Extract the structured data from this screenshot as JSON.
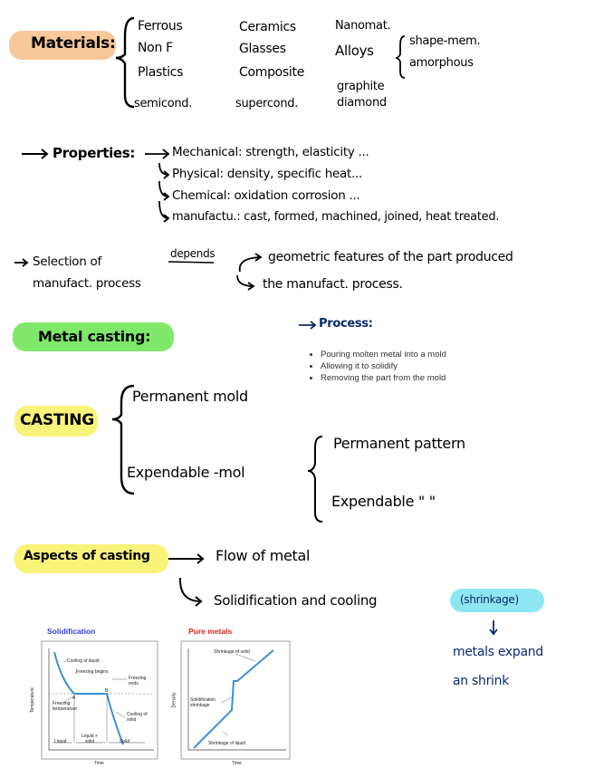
{
  "materials": {
    "label": "Materials:",
    "col1": [
      "Ferrous",
      "Non F",
      "Plastics",
      "semicond."
    ],
    "col2": [
      "Ceramics",
      "Glasses",
      "Composite",
      "supercond."
    ],
    "col3": [
      "Nanomat.",
      "Alloys",
      "graphite",
      "diamond"
    ],
    "alloys_types": [
      "shape-mem.",
      "amorphous"
    ]
  },
  "properties": {
    "label": "Properties:",
    "items": [
      "Mechanical: strength, elasticity ...",
      "Physical: density, specific heat...",
      "Chemical: oxidation corrosion ...",
      "manufactu.: cast, formed, machined, joined, heat treated."
    ]
  },
  "selection": {
    "line1": "Selection of",
    "line2": "manufact. process",
    "depends": "depends",
    "targets": [
      "geometric features of the part produced",
      "the manufact. process."
    ]
  },
  "casting": {
    "metal_label": "Metal casting:",
    "process_label": "Process:",
    "process_steps": [
      "Pouring molten metal into a mold",
      "Allowing it to solidify",
      "Removing the part from the mold"
    ],
    "casting_label": "CASTING",
    "permanent_mold": "Permanent mold",
    "expendable_mold": "Expendable -mol",
    "pattern_types": [
      "Permanent pattern",
      "Expendable \" \""
    ]
  },
  "aspects": {
    "label": "Aspects of casting",
    "flow": "Flow of metal",
    "solidification": "Solidification and cooling",
    "shrinkage": "(shrinkage)",
    "note_line1": "metals expand",
    "note_line2": "an shrink"
  },
  "figures": {
    "solid_title": "Solidification",
    "solid_labels": {
      "cooling_liquid": "Cooling of liquid",
      "freezing_begins": "Freezing begins",
      "freezing_ends": "Freezing ends",
      "freezing_temp": "Freezing temperature",
      "cooling_solid": "Cooling of solid",
      "point_a": "A",
      "point_b": "B",
      "liquid": "Liquid",
      "liquid_solid": "Liquid + solid",
      "solid": "Solid",
      "x_axis": "Time",
      "y_axis": "Temperature"
    },
    "pure_title": "Pure metals",
    "pure_labels": {
      "shrinkage_solid": "Shrinkage of solid",
      "solidification_shrinkage": "Solidification shrinkage",
      "shrinkage_liquid": "Shrinkage of liquid",
      "x_axis": "Time",
      "y_axis": "Density"
    }
  },
  "colors": {
    "orange_highlight": "#f6c89a",
    "yellow_highlight": "#faf37a",
    "green_highlight": "#7fe86a",
    "cyan_highlight": "#8de6f2",
    "ink": "#000000",
    "navy_ink": "#0c2a6b",
    "blue_title": "#2b3fd6",
    "red_title": "#e8231a",
    "curve": "#3d8fd8"
  }
}
